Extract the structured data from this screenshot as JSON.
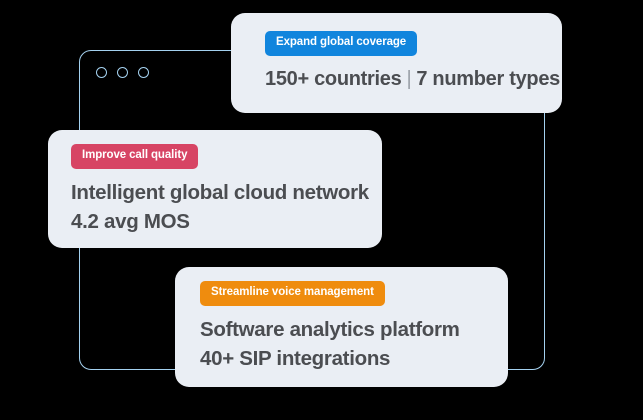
{
  "background_color": "#000000",
  "browser": {
    "name": "browser-window-outline",
    "border_color": "#a4d1ef",
    "dots": [
      {
        "name": "window-dot-1"
      },
      {
        "name": "window-dot-2"
      },
      {
        "name": "window-dot-3"
      }
    ]
  },
  "card_background": "#eaeef4",
  "text_color": "#4b4d51",
  "cards": [
    {
      "id": "expand-global-coverage",
      "badge": {
        "label": "Expand global coverage",
        "color": "#1185dd"
      },
      "lines": [
        {
          "pre": "150+ countries",
          "separator": "|",
          "post": "7 number types"
        }
      ]
    },
    {
      "id": "improve-call-quality",
      "badge": {
        "label": "Improve call quality",
        "color": "#d74464"
      },
      "lines": [
        {
          "text": "Intelligent global cloud network"
        },
        {
          "text": "4.2 avg MOS"
        }
      ]
    },
    {
      "id": "streamline-voice-management",
      "badge": {
        "label": "Streamline voice management",
        "color": "#ef8c0e"
      },
      "lines": [
        {
          "text": "Software analytics platform"
        },
        {
          "text": "40+ SIP integrations"
        }
      ]
    }
  ]
}
